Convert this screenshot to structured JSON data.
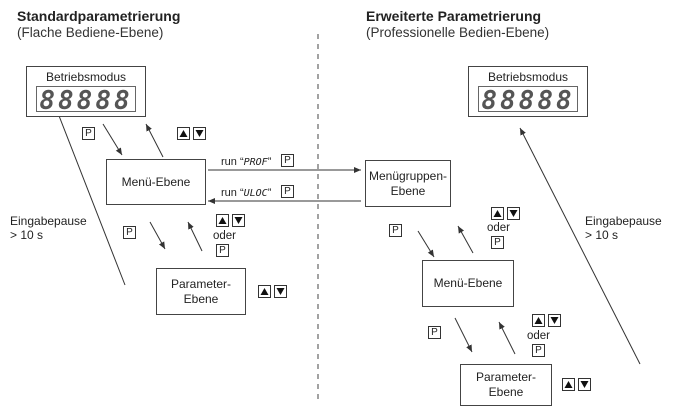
{
  "left": {
    "title": "Standardparametrierung",
    "subtitle": "(Flache Bediene-Ebene)",
    "display_label": "Betriebsmodus",
    "display_value": "88888",
    "menu_box": "Menü-Ebene",
    "param_box_line1": "Parameter-",
    "param_box_line2": "Ebene",
    "timeout_line1": "Eingabepause",
    "timeout_line2": "> 10 s",
    "oder": "oder"
  },
  "right": {
    "title": "Erweiterte Parametrierung",
    "subtitle": "(Professionelle Bedien-Ebene)",
    "display_label": "Betriebsmodus",
    "display_value": "88888",
    "group_box_line1": "Menügruppen-",
    "group_box_line2": "Ebene",
    "menu_box": "Menü-Ebene",
    "param_box_line1": "Parameter-",
    "param_box_line2": "Ebene",
    "timeout_line1": "Eingabepause",
    "timeout_line2": "> 10 s",
    "oder": "oder"
  },
  "middle": {
    "run_prefix": "run “",
    "run_prof": "PROF",
    "run_uloc": "ULOC",
    "run_suffix": "”"
  },
  "keys": {
    "p": "P",
    "up_icon": "triangle-up",
    "down_icon": "triangle-down"
  }
}
